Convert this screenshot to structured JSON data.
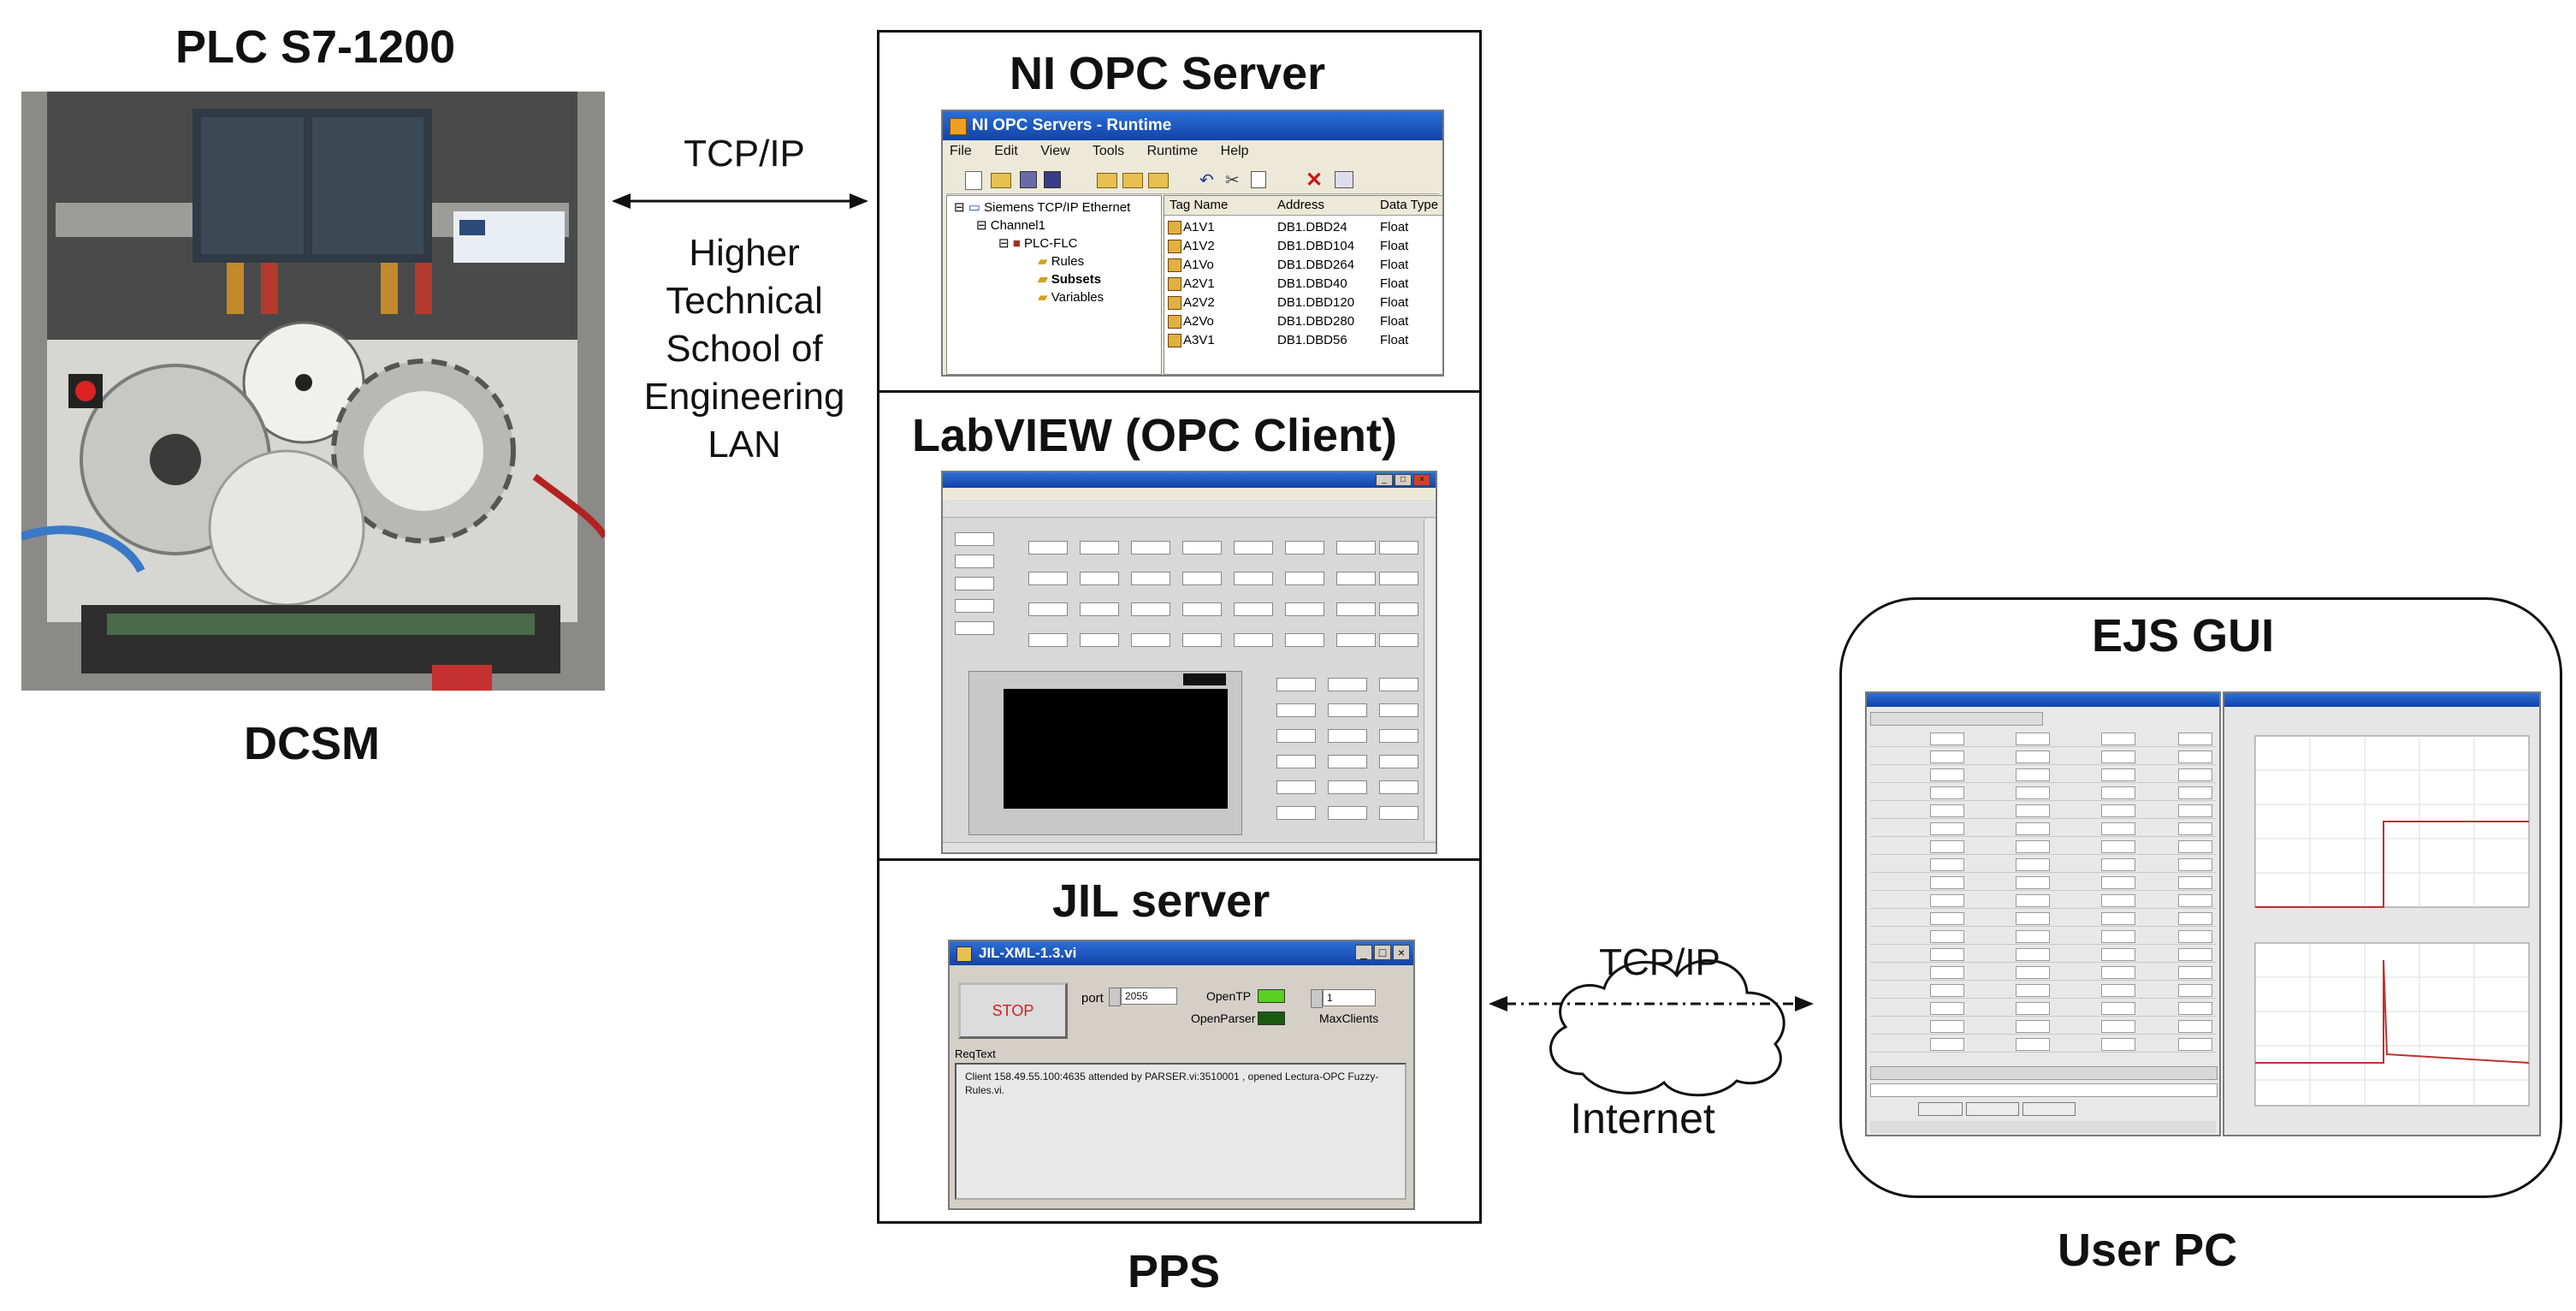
{
  "plc": {
    "title": "PLC S7-1200",
    "caption": "DCSM"
  },
  "link_left": {
    "protocol": "TCP/IP",
    "network_lines": [
      "Higher",
      "Technical",
      "School of",
      "Engineering",
      "LAN"
    ]
  },
  "opc": {
    "heading": "NI OPC Server",
    "window_title": "NI OPC Servers - Runtime",
    "menu": [
      "File",
      "Edit",
      "View",
      "Tools",
      "Runtime",
      "Help"
    ],
    "tree": [
      "Siemens TCP/IP Ethernet",
      "Channel1",
      "PLC-FLC",
      "Rules",
      "Subsets",
      "Variables"
    ],
    "columns": [
      "Tag Name",
      "Address",
      "Data Type"
    ],
    "rows": [
      [
        "A1V1",
        "DB1.DBD24",
        "Float"
      ],
      [
        "A1V2",
        "DB1.DBD104",
        "Float"
      ],
      [
        "A1Vo",
        "DB1.DBD264",
        "Float"
      ],
      [
        "A2V1",
        "DB1.DBD40",
        "Float"
      ],
      [
        "A2V2",
        "DB1.DBD120",
        "Float"
      ],
      [
        "A2Vo",
        "DB1.DBD280",
        "Float"
      ],
      [
        "A3V1",
        "DB1.DBD56",
        "Float"
      ]
    ]
  },
  "labview": {
    "heading": "LabVIEW (OPC Client)"
  },
  "jil": {
    "heading": "JIL server",
    "window_title": "JIL-XML-1.3.vi",
    "stop_label": "STOP",
    "port_label": "port",
    "port_value": "2055",
    "open_tp_label": "OpenTP",
    "open_parser_label": "OpenParser",
    "max_clients_label": "MaxClients",
    "max_clients_value": "1",
    "reqtext_label": "ReqText",
    "log_text": "Client 158.49.55.100:4635 attended by PARSER.vi:3510001 , opened Lectura-OPC Fuzzy-Rules.vi."
  },
  "pps_caption": "PPS",
  "link_right": {
    "protocol": "TCP/IP",
    "network": "Internet"
  },
  "ejs": {
    "heading": "EJS GUI",
    "caption": "User PC"
  }
}
